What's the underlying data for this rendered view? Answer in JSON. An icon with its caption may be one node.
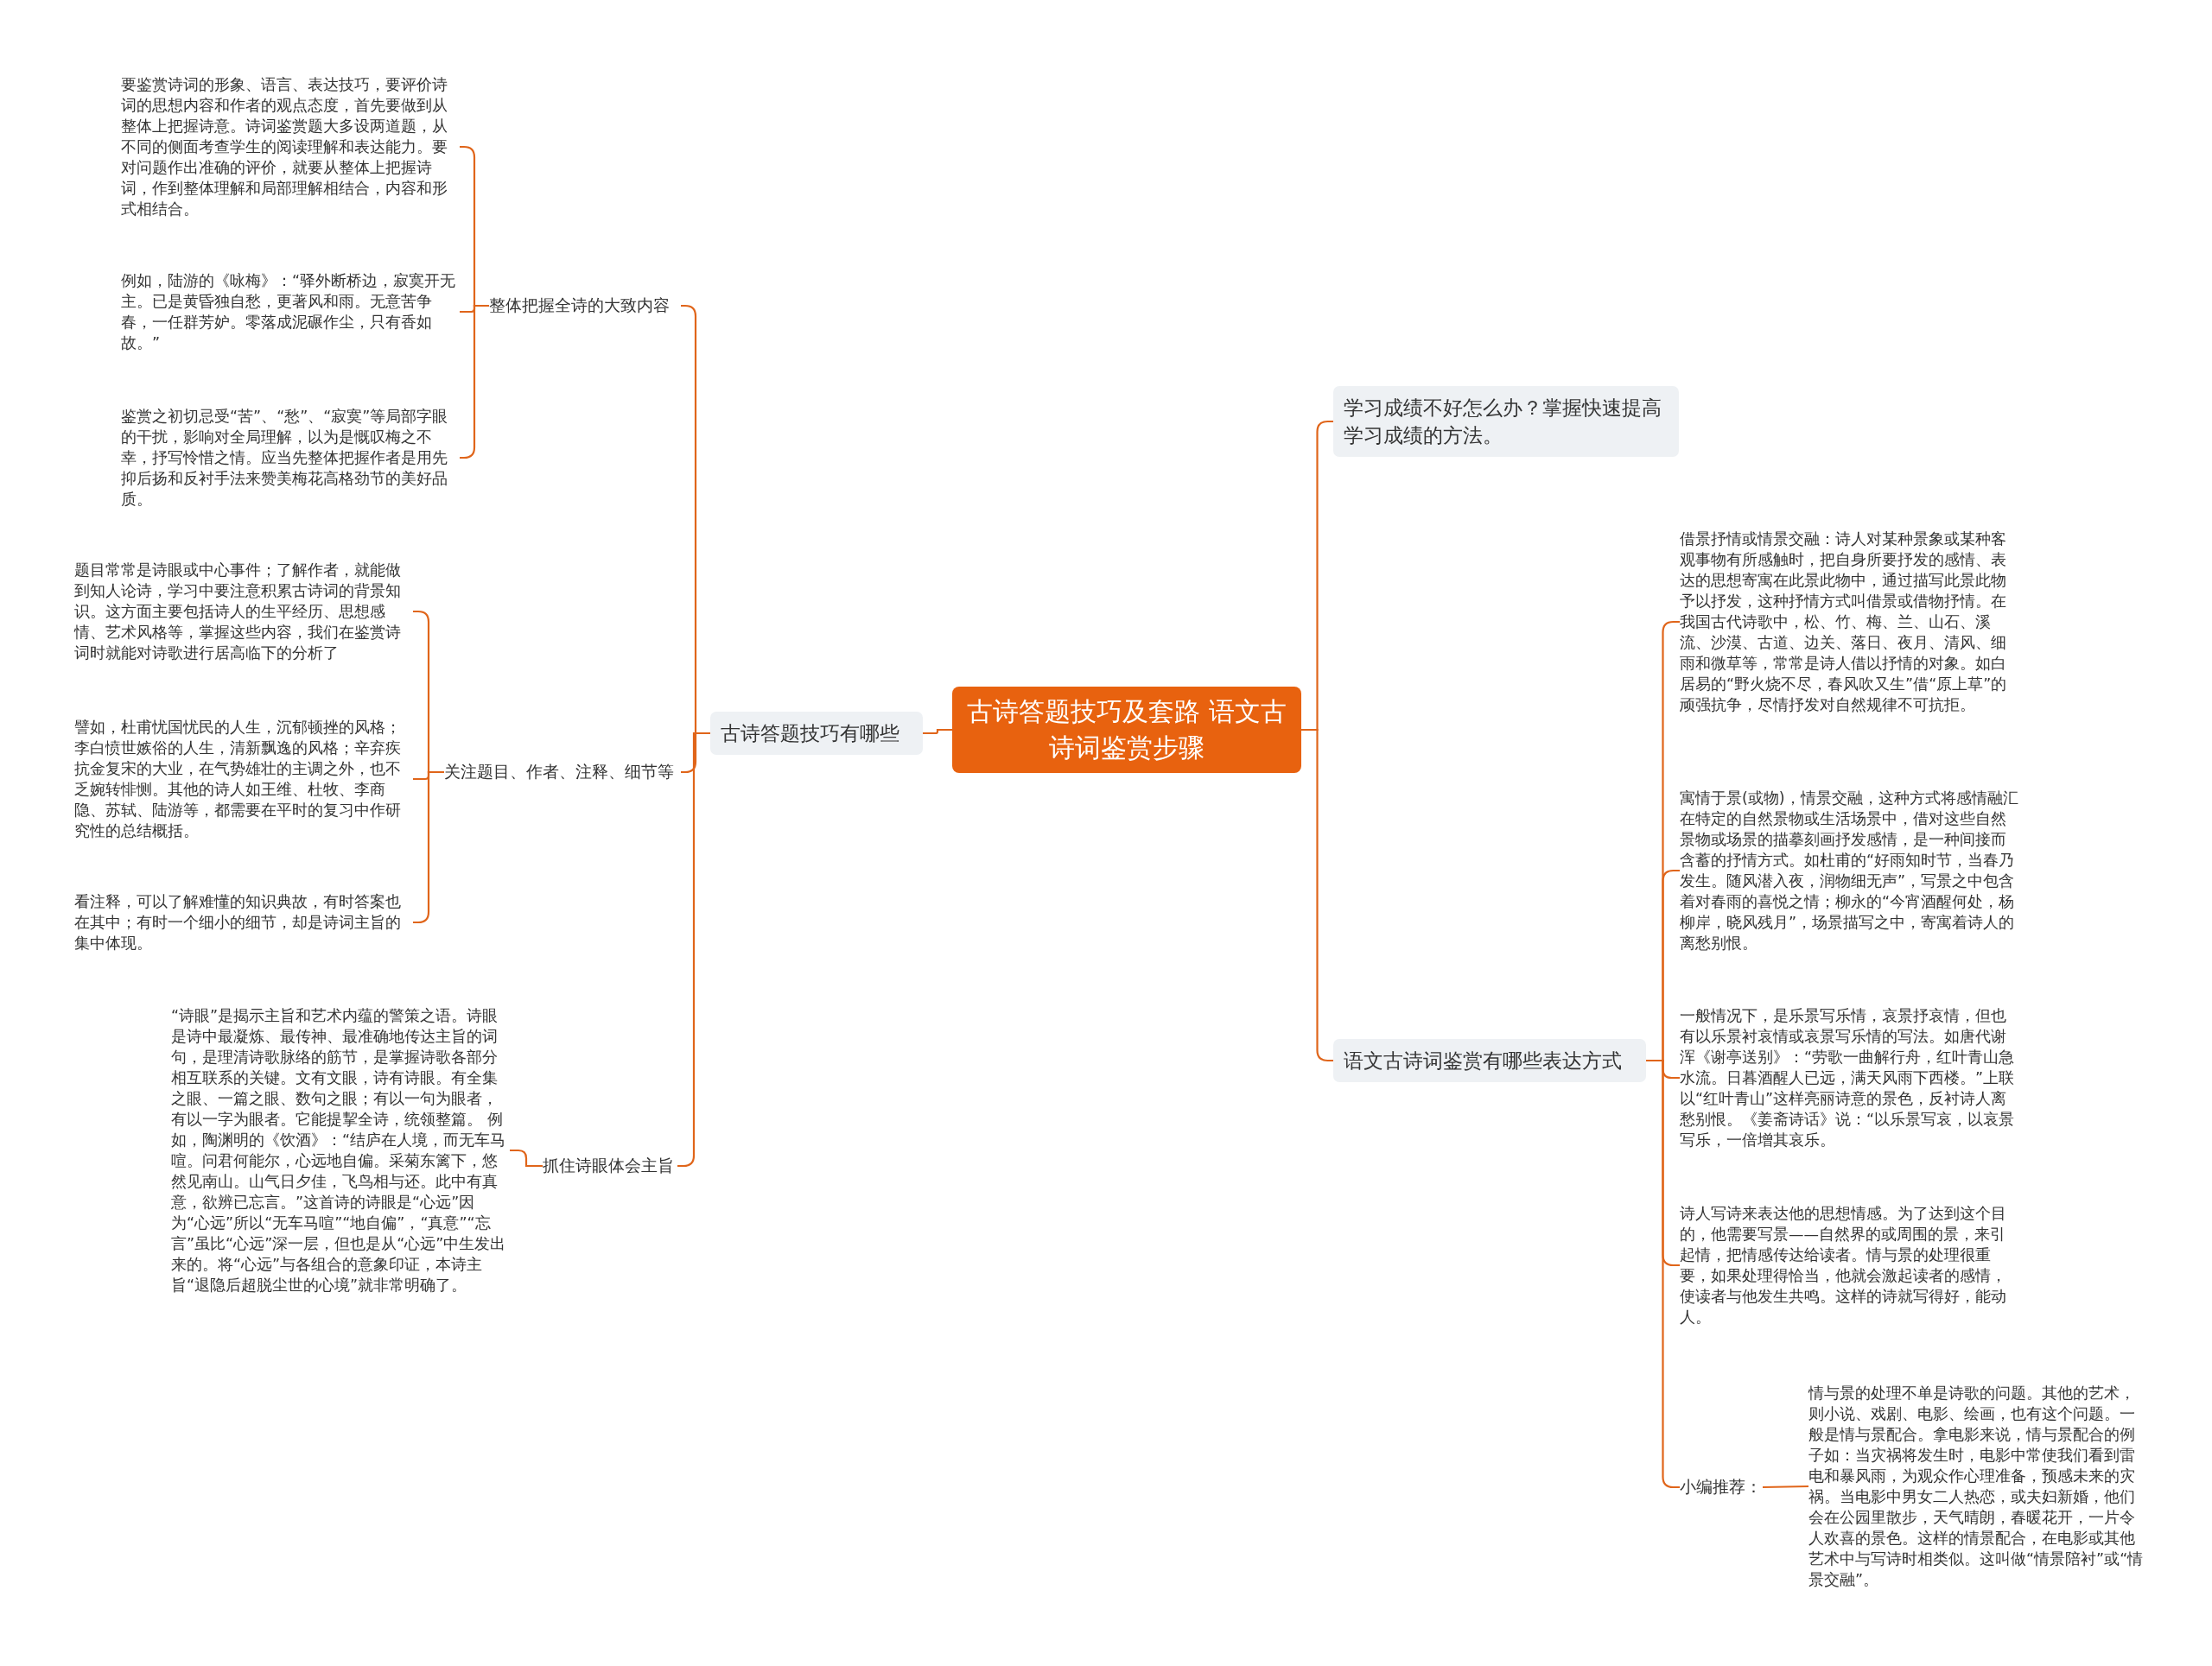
{
  "diagram": {
    "nodes": [
      {
        "text": [
          "古诗答题技巧及套路 语文古诗词鉴赏步骤"
        ]
      },
      {
        "text": [
          "古诗答题技巧有哪些"
        ]
      },
      {
        "text": [
          "整体把握全诗的大致内容"
        ]
      },
      {
        "text": [
          "要鉴赏诗词的形象、语言、表达技巧，要评价诗词的思想内容和作者的观点态度，首先要做到从整体上把握诗意。诗词鉴赏题大多设两道题，从不同的侧面考查学生的阅读理解和表达能力。要对问题作出准确的评价，就要从整体上把握诗词，作到整体理解和局部理解相结合，内容和形式相结合。"
        ]
      },
      {
        "text": [
          "例如，陆游的《咏梅》：“驿外断桥边，寂寞开无主。已是黄昏独自愁，更著风和雨。无意苦争春，一任群芳妒。零落成泥碾作尘，只有香如故。”"
        ]
      },
      {
        "text": [
          "鉴赏之初切忌受“苦”、“愁”、“寂寞”等局部字眼的干扰，影响对全局理解，以为是慨叹梅之不幸，抒写怜惜之情。应当先整体把握作者是用先抑后扬和反衬手法来赞美梅花高格劲节的美好品质。"
        ]
      },
      {
        "text": [
          "关注题目、作者、注释、细节等"
        ]
      },
      {
        "text": [
          "题目常常是诗眼或中心事件；了解作者，就能做到知人论诗，学习中要注意积累古诗词的背景知识。这方面主要包括诗人的生平经历、思想感情、艺术风格等，掌握这些内容，我们在鉴赏诗词时就能对诗歌进行居高临下的分析了"
        ]
      },
      {
        "text": [
          "譬如，杜甫忧国忧民的人生，沉郁顿挫的风格；李白愤世嫉俗的人生，清新飘逸的风格；辛弃疾抗金复宋的大业，在气势雄壮的主调之外，也不乏婉转悱恻。其他的诗人如王维、杜牧、李商隐、苏轼、陆游等，都需要在平时的复习中作研究性的总结概括。"
        ]
      },
      {
        "text": [
          "看注释，可以了解难懂的知识典故，有时答案也在其中；有时一个细小的细节，却是诗词主旨的集中体现。"
        ]
      },
      {
        "text": [
          "抓住诗眼体会主旨"
        ]
      },
      {
        "text": [
          "“诗眼”是揭示主旨和艺术内蕴的警策之语。诗眼是诗中最凝炼、最传神、最准确地传达主旨的词句，是理清诗歌脉络的筋节，是掌握诗歌各部分相互联系的关键。文有文眼，诗有诗眼。有全集之眼、一篇之眼、数句之眼；有以一句为眼者，有以一字为眼者。它能提挈全诗，统领整篇。 例如，陶渊明的《饮酒》：“结庐在人境，而无车马喧。问君何能尔，心远地自偏。采菊东篱下，悠然见南山。山气日夕佳，飞鸟相与还。此中有真意，欲辨已忘言。”这首诗的诗眼是“心远”因为“心远”所以“无车马喧”“地自偏”，“真意”“忘言”虽比“心远”深一层，但也是从“心远”中生发出来的。将“心远”与各组合的意象印证，本诗主旨“退隐后超脱尘世的心境”就非常明确了。"
        ]
      },
      {
        "text": [
          "学习成绩不好怎么办？掌握快速提高学习成绩的方法。"
        ]
      },
      {
        "text": [
          "语文古诗词鉴赏有哪些表达方式"
        ]
      },
      {
        "text": [
          "借景抒情或情景交融：诗人对某种景象或某种客观事物有所感触时，把自身所要抒发的感情、表达的思想寄寓在此景此物中，通过描写此景此物予以抒发，这种抒情方式叫借景或借物抒情。在我国古代诗歌中，松、竹、梅、兰、山石、溪流、沙漠、古道、边关、落日、夜月、清风、细雨和微草等，常常是诗人借以抒情的对象。如白居易的“野火烧不尽，春风吹又生”借“原上草”的顽强抗争，尽情抒发对自然规律不可抗拒。"
        ]
      },
      {
        "text": [
          "寓情于景(或物)，情景交融，这种方式将感情融汇在特定的自然景物或生活场景中，借对这些自然景物或场景的描摹刻画抒发感情，是一种间接而含蓄的抒情方式。如杜甫的“好雨知时节，当春乃发生。随风潜入夜，润物细无声”，写景之中包含着对春雨的喜悦之情；柳永的“今宵酒醒何处，杨柳岸，晓风残月”，场景描写之中，寄寓着诗人的离愁别恨。"
        ]
      },
      {
        "text": [
          "一般情况下，是乐景写乐情，哀景抒哀情，但也有以乐景衬哀情或哀景写乐情的写法。如唐代谢浑《谢亭送别》：“劳歌一曲解行舟，红叶青山急水流。日暮酒醒人已远，满天风雨下西楼。”上联以“红叶青山”这样亮丽诗意的景色，反衬诗人离愁别恨。《姜斋诗话》说：“以乐景写哀，以哀景写乐，一倍增其哀乐。"
        ]
      },
      {
        "text": [
          "诗人写诗来表达他的思想情感。为了达到这个目的，他需要写景——自然界的或周围的景，来引起情，把情感传达给读者。情与景的处理很重要，如果处理得恰当，他就会激起读者的感情，使读者与他发生共鸣。这样的诗就写得好，能动人。"
        ]
      },
      {
        "text": [
          "小编推荐："
        ]
      },
      {
        "text": [
          "情与景的处理不单是诗歌的问题。其他的艺术，则小说、戏剧、电影、绘画，也有这个问题。一般是情与景配合。拿电影来说，情与景配合的例子如：当灾祸将发生时，电影中常使我们看到雷电和暴风雨，为观众作心理准备，预感未来的灾祸。当电影中男女二人热恋，或夫妇新婚，他们会在公园里散步，天气晴朗，春暖花开，一片令人欢喜的景色。这样的情景配合，在电影或其他艺术中与写诗时相类似。这叫做“情景陪衬”或“情景交融”。"
        ]
      }
    ],
    "edges": [
      {
        "from": 0,
        "to": 1,
        "arrow": "none"
      },
      {
        "from": 1,
        "to": 2,
        "arrow": "none"
      },
      {
        "from": 2,
        "to": 3,
        "arrow": "none"
      },
      {
        "from": 2,
        "to": 4,
        "arrow": "none"
      },
      {
        "from": 2,
        "to": 5,
        "arrow": "none"
      },
      {
        "from": 1,
        "to": 6,
        "arrow": "none"
      },
      {
        "from": 6,
        "to": 7,
        "arrow": "none"
      },
      {
        "from": 6,
        "to": 8,
        "arrow": "none"
      },
      {
        "from": 6,
        "to": 9,
        "arrow": "none"
      },
      {
        "from": 1,
        "to": 10,
        "arrow": "none"
      },
      {
        "from": 10,
        "to": 11,
        "arrow": "none"
      },
      {
        "from": 0,
        "to": 12,
        "arrow": "none"
      },
      {
        "from": 0,
        "to": 13,
        "arrow": "none"
      },
      {
        "from": 13,
        "to": 14,
        "arrow": "none"
      },
      {
        "from": 13,
        "to": 15,
        "arrow": "none"
      },
      {
        "from": 13,
        "to": 16,
        "arrow": "none"
      },
      {
        "from": 13,
        "to": 17,
        "arrow": "none"
      },
      {
        "from": 13,
        "to": 18,
        "arrow": "none"
      },
      {
        "from": 18,
        "to": 19,
        "arrow": "none"
      }
    ]
  }
}
